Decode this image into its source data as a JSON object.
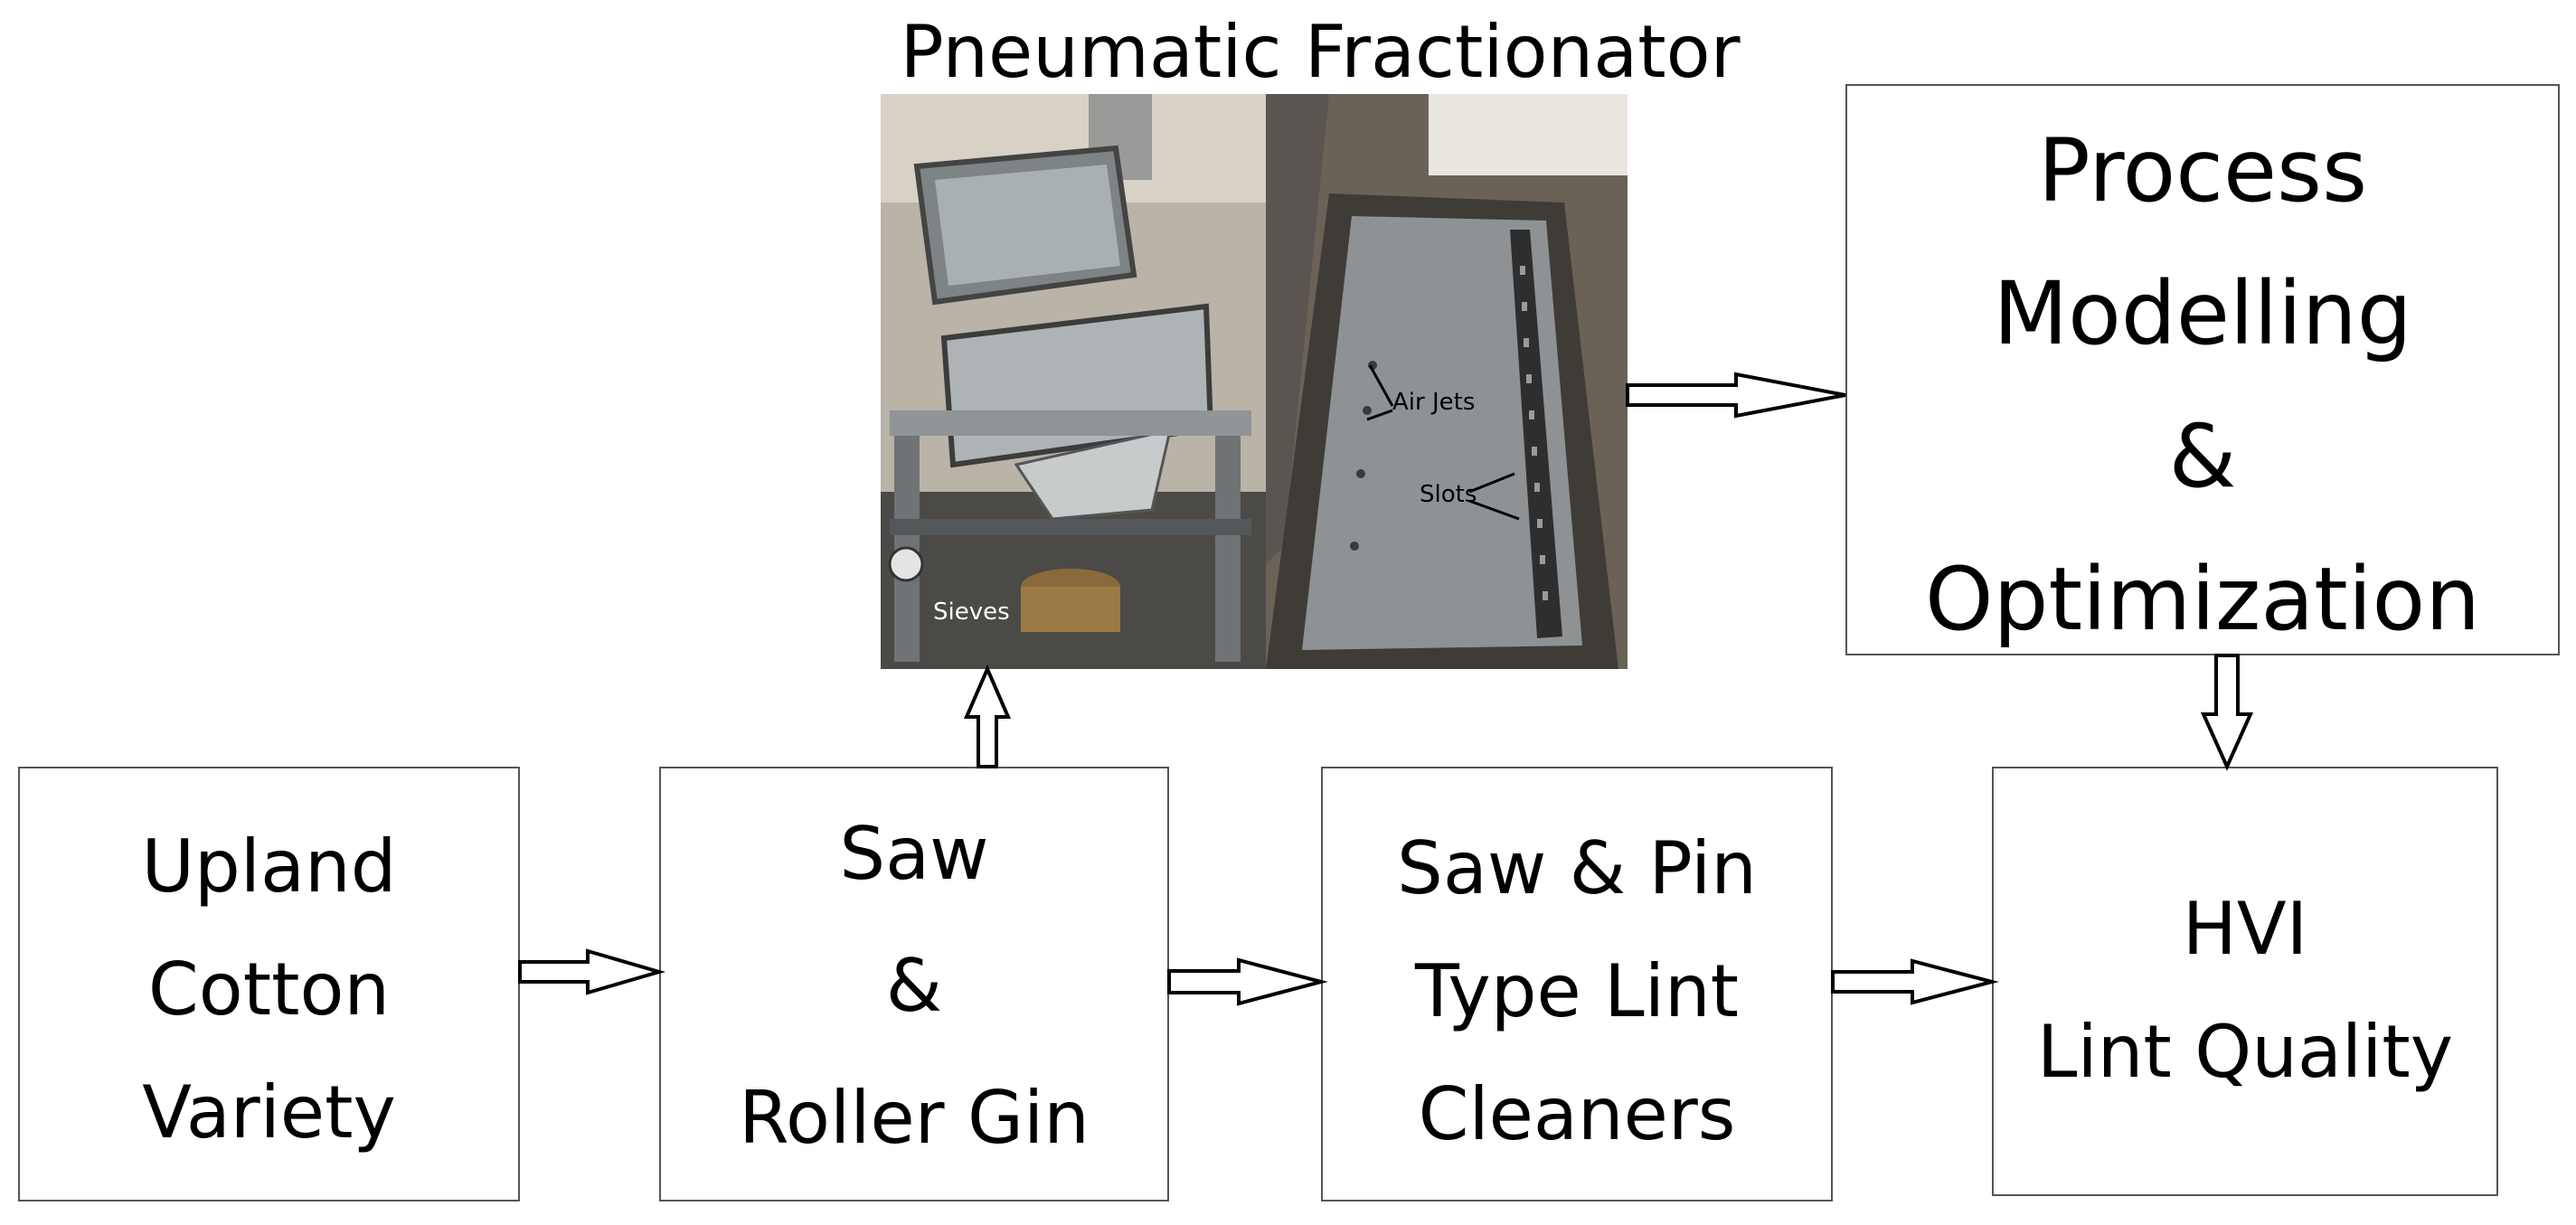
{
  "title": "Pneumatic Fractionator",
  "boxes": {
    "upland": {
      "lines": [
        "Upland",
        "Cotton",
        "Variety"
      ]
    },
    "gin": {
      "lines": [
        "Saw",
        "&",
        "Roller Gin"
      ]
    },
    "cleaners": {
      "lines": [
        "Saw & Pin",
        "Type Lint",
        "Cleaners"
      ]
    },
    "hvi": {
      "lines": [
        "HVI",
        "Lint Quality"
      ]
    },
    "process": {
      "lines": [
        "Process",
        "Modelling",
        "&",
        "Optimization"
      ]
    }
  },
  "photo_labels": {
    "sieves": "Sieves",
    "air_jets": "Air Jets",
    "slots": "Slots"
  }
}
